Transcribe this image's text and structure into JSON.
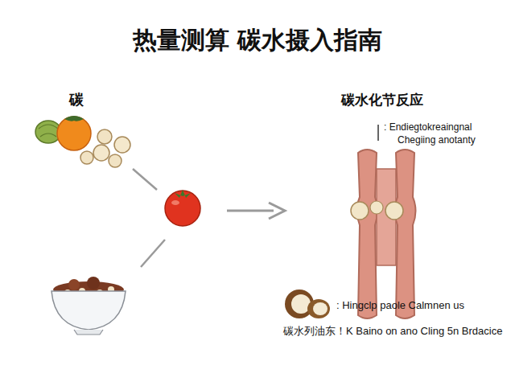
{
  "diagram": {
    "title": "热量测算 碳水摄入指南",
    "labels": [
      "碳",
      "碳水化节反应",
      ": Endiegtokreaingnal",
      "Chegiing anotanty",
      ": Hingclp paole Calmnen us",
      "碳水列油东！K Baino on ano Cling 5n Brdacice"
    ]
  }
}
